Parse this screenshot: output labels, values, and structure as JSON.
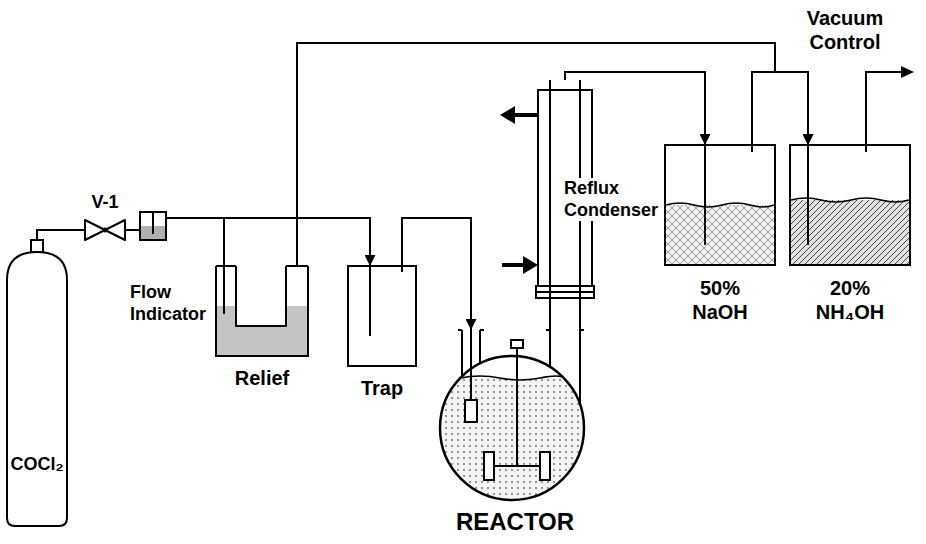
{
  "diagram": {
    "nodes": [
      {
        "text": [
          "COCl₂"
        ]
      },
      {
        "text": [
          "Flow Indicator"
        ]
      },
      {
        "text": [
          "Relief"
        ]
      },
      {
        "text": [
          "Trap"
        ]
      },
      {
        "text": [
          "REACTOR"
        ]
      },
      {
        "text": [
          "Reflux Condenser"
        ]
      },
      {
        "text": [
          "50% NaOH"
        ]
      },
      {
        "text": [
          "20% NH₄OH"
        ]
      }
    ],
    "edges": [
      {
        "from": 0,
        "to": 1,
        "arrow": "none"
      },
      {
        "from": 1,
        "to": 2,
        "arrow": "none"
      },
      {
        "from": 1,
        "to": 3,
        "arrow": "to"
      },
      {
        "from": 3,
        "to": 4,
        "arrow": "to"
      },
      {
        "from": 4,
        "to": 5,
        "arrow": "none"
      },
      {
        "from": 5,
        "to": 6,
        "arrow": "to"
      },
      {
        "from": 6,
        "to": 7,
        "arrow": "to"
      },
      {
        "from": 2,
        "to": 7,
        "arrow": "to"
      }
    ],
    "labels": [
      "V-1",
      "Vacuum Control"
    ]
  }
}
